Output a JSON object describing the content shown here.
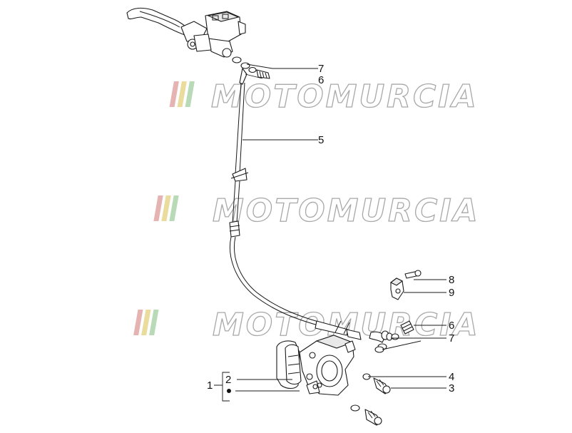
{
  "watermark": {
    "text": "MOTOMURCIA",
    "stripe_colors": [
      "#e6b3b3",
      "#e9dc9c",
      "#b9dab6"
    ]
  },
  "callouts": {
    "n1": "1",
    "n2": "2",
    "n3": "3",
    "n4": "4",
    "n5": "5",
    "n6": "6",
    "n7_top": "7",
    "n7_bottom": "7",
    "n8": "8",
    "n9": "9",
    "n6_partial": "6"
  }
}
